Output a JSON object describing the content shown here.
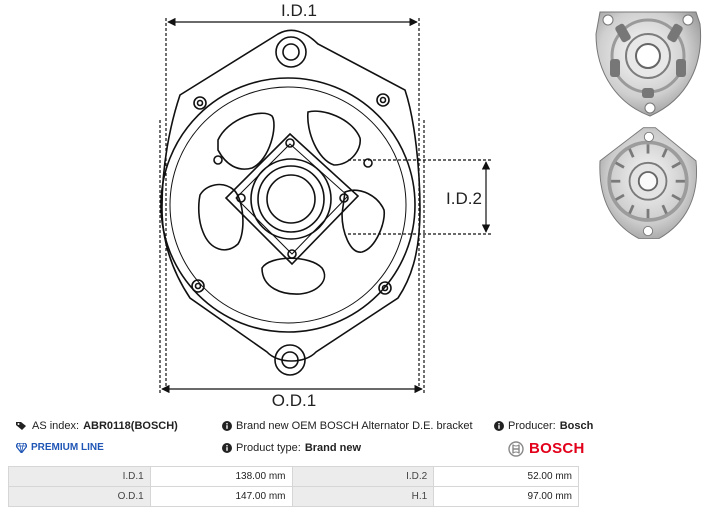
{
  "drawing": {
    "dim_labels": {
      "id1": "I.D.1",
      "id2": "I.D.2",
      "od1": "O.D.1"
    }
  },
  "photos": [
    {
      "name": "bracket-photo-front"
    },
    {
      "name": "bracket-photo-back"
    }
  ],
  "info": {
    "as_index_label": "AS index:",
    "as_index_value": "ABR0118(BOSCH)",
    "description": "Brand new OEM BOSCH Alternator D.E. bracket",
    "producer_label": "Producer:",
    "producer_value": "Bosch",
    "premium_line": "PREMIUM LINE",
    "product_type_label": "Product type:",
    "product_type_value": "Brand new",
    "brand_logo_text": "BOSCH"
  },
  "icons": {
    "tag": "tag-icon",
    "info": "info-circle-icon",
    "diamond": "diamond-icon",
    "logo": "bosch-armature-logo-icon"
  },
  "colors": {
    "premium": "#1f55b5",
    "brand": "#e2001a",
    "label_cell": "#ececec"
  },
  "specs": {
    "rows": [
      {
        "label1": "I.D.1",
        "value1": "138.00 mm",
        "label2": "I.D.2",
        "value2": "52.00 mm"
      },
      {
        "label1": "O.D.1",
        "value1": "147.00 mm",
        "label2": "H.1",
        "value2": "97.00 mm"
      }
    ]
  }
}
